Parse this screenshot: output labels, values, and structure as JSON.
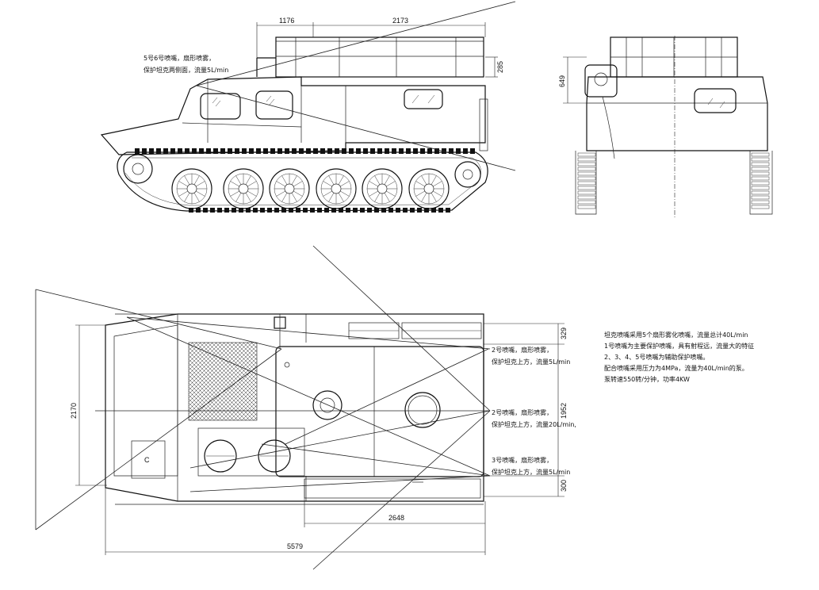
{
  "dimensions": {
    "side_top_left": "1176",
    "side_top_right": "2173",
    "side_rail_height": "285",
    "front_height": "649",
    "plan_width": "2170",
    "plan_right_top": "329",
    "plan_right_mid": "1952",
    "plan_right_bottom": "300",
    "plan_inner_length": "2648",
    "plan_total_length": "5579"
  },
  "notes": {
    "nozzle56": [
      "5号6号喷嘴，扇形喷雾，",
      "保护坦克两侧面，流量5L/min"
    ],
    "nozzle2a": [
      "2号喷嘴，扇形喷雾，",
      "保护坦克上方，流量5L/min"
    ],
    "nozzle2b": [
      "2号喷嘴，扇形喷雾，",
      "保护坦克上方，流量20L/min,"
    ],
    "nozzle3": [
      "3号喷嘴，扇形喷雾，",
      "保护坦克上方，流量5L/min"
    ],
    "system": [
      "坦克喷嘴采用5个扇形雾化喷嘴，流量总计40L/min",
      "1号喷嘴为主要保护喷嘴，具有射程远，流量大的特征",
      "2、3、4、5号喷嘴为辅助保护喷嘴。",
      "配合喷嘴采用压力为4MPa，流量为40L/min的泵。",
      "泵转速550转/分钟，功率4KW"
    ]
  }
}
